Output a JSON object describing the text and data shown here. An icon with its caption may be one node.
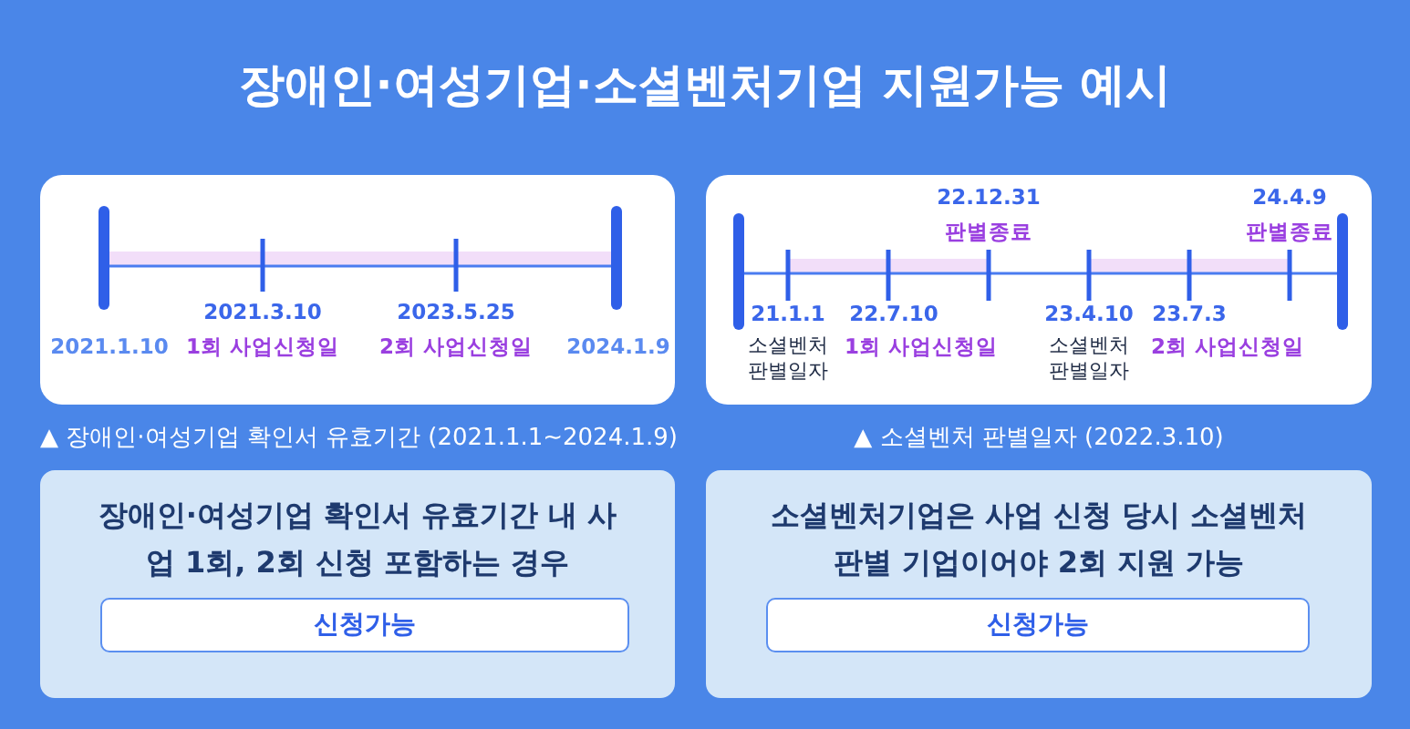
{
  "diagram": {
    "title": "장애인·여성기업·소셜벤처기업 지원가능 예시",
    "nodes": [
      {
        "text": [
          "장애인·여성기업 확인서 유효기간 내 사업 1회, 2회 신청 포함하는 경우"
        ]
      },
      {
        "text": [
          "신청가능"
        ],
        "in": 0
      },
      {
        "text": [
          "소셜벤처기업은 사업 신청 당시 소셜벤처 판별 기업이어야 2회 지원 가능"
        ]
      },
      {
        "text": [
          "신청가능"
        ],
        "in": 2
      }
    ],
    "edges": [],
    "labels": [
      "2021.1.10",
      "2021.3.10",
      "1회 사업신청일",
      "2023.5.25",
      "2회 사업신청일",
      "2024.1.9",
      "▲ 장애인·여성기업 확인서 유효기간 (2021.1.1~2024.1.9)",
      "22.12.31",
      "판별종료",
      "24.4.9",
      "판별종료",
      "21.1.1",
      "소셜벤처 판별일자",
      "22.7.10",
      "1회 사업신청일",
      "23.4.10",
      "소셜벤처 판별일자",
      "23.7.3",
      "2회 사업신청일",
      "▲ 소셜벤처 판별일자 (2022.3.10)"
    ]
  }
}
